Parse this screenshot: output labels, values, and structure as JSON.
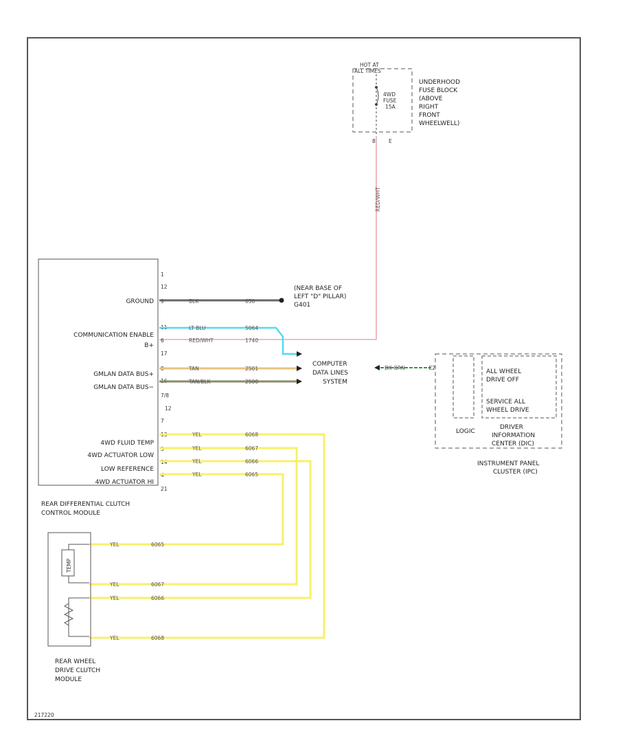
{
  "colors": {
    "yellow": "#f7f06a",
    "red": "#e8939a",
    "cyan": "#4fdcf0",
    "tan": "#e7c27e",
    "brown": "#8b8a67",
    "green": "#2e9a3f",
    "black": "#222222"
  },
  "footer_code": "217220",
  "fuse_block": {
    "hot_label": [
      "HOT AT",
      "ALL TIMES"
    ],
    "fuse_name": [
      "4WD",
      "FUSE",
      "15A"
    ],
    "location": [
      "UNDERHOOD",
      "FUSE BLOCK",
      "(ABOVE",
      "RIGHT",
      "FRONT",
      "WHEELWELL)"
    ],
    "pin_left": "8",
    "pin_right": "E"
  },
  "feed_wire": "RED/WHT",
  "rdccm": {
    "name": [
      "REAR DIFFERENTIAL CLUTCH",
      "CONTROL MODULE"
    ],
    "pins": [
      "1",
      "12",
      "9",
      "11",
      "6",
      "17",
      "8",
      "16",
      "7/8",
      "12",
      "7",
      "13",
      "3",
      "14",
      "4",
      "21"
    ],
    "labels": {
      "ground": "GROUND",
      "comm": "COMMUNICATION ENABLE",
      "bplus": "B+",
      "gmlan1": "GMLAN DATA BUS+",
      "gmlan2": "GMLAN DATA BUS−",
      "temp": "4WD FLUID TEMP",
      "act_low": "4WD ACTUATOR LOW",
      "low_ref": "LOW REFERENCE",
      "act_hi": "4WD ACTUATOR HI"
    }
  },
  "wires": {
    "ground": {
      "color": "BLK",
      "circuit": "650"
    },
    "comm": {
      "color": "LT BLU",
      "circuit": "5064"
    },
    "bplus": {
      "color": "RED/WHT",
      "circuit": "1740"
    },
    "gmlan1": {
      "color": "TAN",
      "circuit": "2501"
    },
    "gmlan2": {
      "color": "TAN/BLK",
      "circuit": "2500"
    },
    "temp": {
      "color": "YEL",
      "circuit": "6068"
    },
    "act_low": {
      "color": "YEL",
      "circuit": "6067"
    },
    "low_ref": {
      "color": "YEL",
      "circuit": "6066"
    },
    "act_hi": {
      "color": "YEL",
      "circuit": "6065"
    }
  },
  "ground_point": [
    "(NEAR BASE OF",
    "LEFT \"D\" PILLAR)",
    "G401"
  ],
  "data_system": [
    "COMPUTER",
    "DATA LINES",
    "SYSTEM"
  ],
  "green_wire": "DK GRN",
  "ipc": {
    "pin": "C2",
    "msg1": [
      "ALL WHEEL",
      "DRIVE OFF"
    ],
    "msg2": [
      "SERVICE ALL",
      "WHEEL DRIVE"
    ],
    "logic": "LOGIC",
    "dic": [
      "DRIVER",
      "INFORMATION",
      "CENTER (DIC)"
    ],
    "name": [
      "INSTRUMENT PANEL",
      "CLUSTER (IPC)"
    ]
  },
  "rwdcm": {
    "name": [
      "REAR WHEEL",
      "DRIVE CLUTCH",
      "MODULE"
    ],
    "sensor_label": "TEMP",
    "rows": [
      {
        "color": "YEL",
        "circuit": "6065"
      },
      {
        "color": "YEL",
        "circuit": "6067"
      },
      {
        "color": "YEL",
        "circuit": "6066"
      },
      {
        "color": "YEL",
        "circuit": "6068"
      }
    ]
  }
}
